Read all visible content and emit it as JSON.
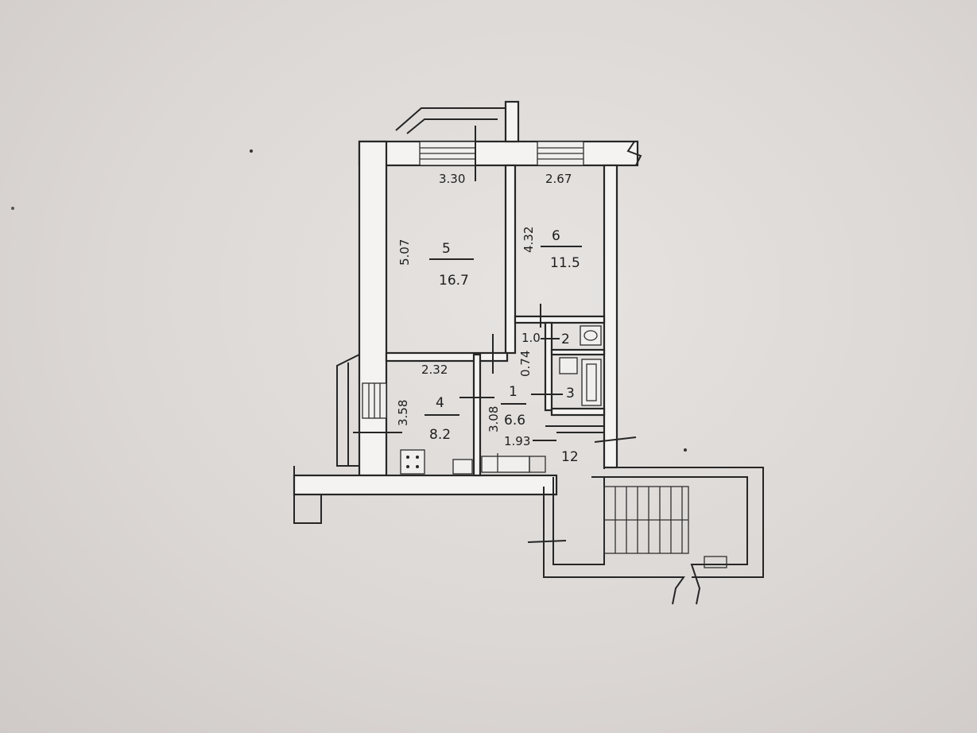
{
  "rooms": [
    {
      "id": "5",
      "number": "5",
      "area": "16.7",
      "width": "3.30",
      "length": "5.07"
    },
    {
      "id": "6",
      "number": "6",
      "area": "11.5",
      "width": "2.67",
      "length": "4.32"
    },
    {
      "id": "4",
      "number": "4",
      "area": "8.2",
      "width": "2.32",
      "length": "3.58"
    },
    {
      "id": "1",
      "number": "1",
      "area": "6.6",
      "width": "1.93",
      "length": "3.08"
    },
    {
      "id": "2",
      "number": "2",
      "dimension": "1.0",
      "extra_dimension": "0.74"
    },
    {
      "id": "3",
      "number": "3"
    },
    {
      "id": "12",
      "number": "12"
    }
  ]
}
